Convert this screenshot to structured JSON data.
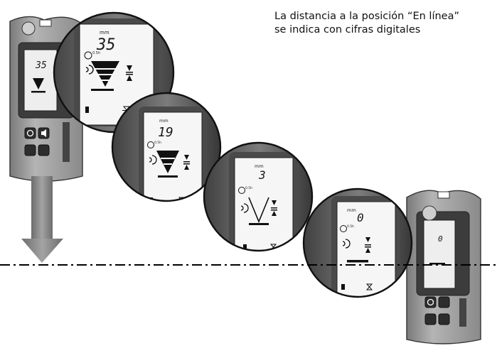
{
  "caption": {
    "line1": "La distancia a la posición “En línea”",
    "line2": "se indica con cifras digitales"
  },
  "unit_label": "mm",
  "timer_label": "0.5h",
  "key_unit_label": "±L\nmm",
  "readings": [
    {
      "value": "35",
      "grade_bars": 4
    },
    {
      "value": "19",
      "grade_bars": 3
    },
    {
      "value": "3",
      "grade_bars": 0
    },
    {
      "value": "0",
      "grade_bars": 0
    }
  ],
  "receiver_displays": [
    {
      "value": "35"
    },
    {
      "value": "0"
    }
  ],
  "icons": [
    "speaker-icon",
    "timer-icon",
    "battery-icon",
    "on-line-icon",
    "power-icon",
    "volume-icon",
    "unit-icon",
    "arrow-down-icon"
  ],
  "colors": {
    "housing": "#9a9a9a",
    "housing_dark": "#555555",
    "lcd": "#f6f6f6",
    "arrow": "#8c8c8c",
    "dash_line": "#000000"
  }
}
